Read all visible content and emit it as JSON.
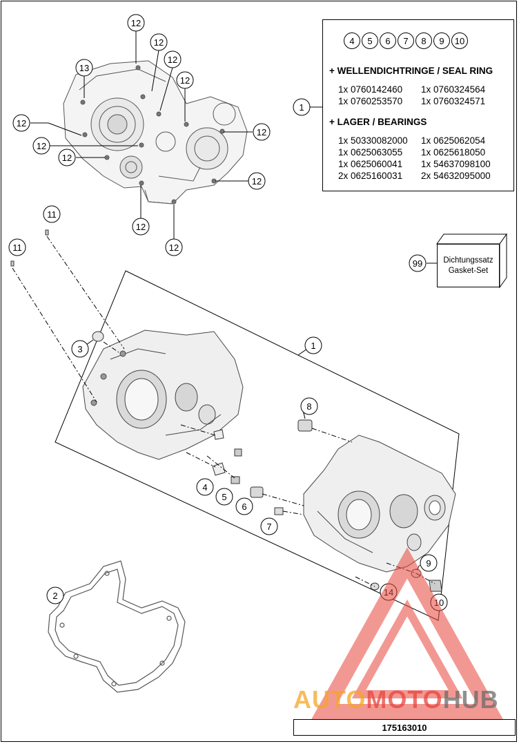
{
  "callouts": {
    "c1_top": "1",
    "c1_group": "1",
    "c2": "2",
    "c3": "3",
    "c4": "4",
    "c5": "5",
    "c6": "6",
    "c7": "7",
    "c8": "8",
    "c9": "9",
    "c10": "10",
    "c11a": "11",
    "c11b": "11",
    "c12": "12",
    "c13": "13",
    "c14": "14",
    "c99": "99"
  },
  "legend": {
    "circles": [
      "4",
      "5",
      "6",
      "7",
      "8",
      "9",
      "10"
    ],
    "seal_heading": "+ WELLENDICHTRINGE / SEAL RING",
    "seal_parts": [
      "1x 0760142460",
      "1x 0760324564",
      "1x 0760253570",
      "1x 0760324571"
    ],
    "bearing_heading": "+ LAGER / BEARINGS",
    "bearing_parts": [
      "1x 50330082000",
      "1x 0625062054",
      "1x 0625063055",
      "1x 0625618050",
      "1x 0625060041",
      "1x 54637098100",
      "2x 0625160031",
      "2x 54632095000"
    ]
  },
  "gasket_set": {
    "line1": "Dichtungssatz",
    "line2": "Gasket-Set"
  },
  "document_number": "175163010",
  "watermark": {
    "part1": "AUTO",
    "part2": "MOTO",
    "part3": "HUB"
  },
  "colors": {
    "watermark_orange": "#f5a623",
    "watermark_red": "#e8453c",
    "watermark_gray": "#6b6b6b",
    "line": "#000000"
  }
}
